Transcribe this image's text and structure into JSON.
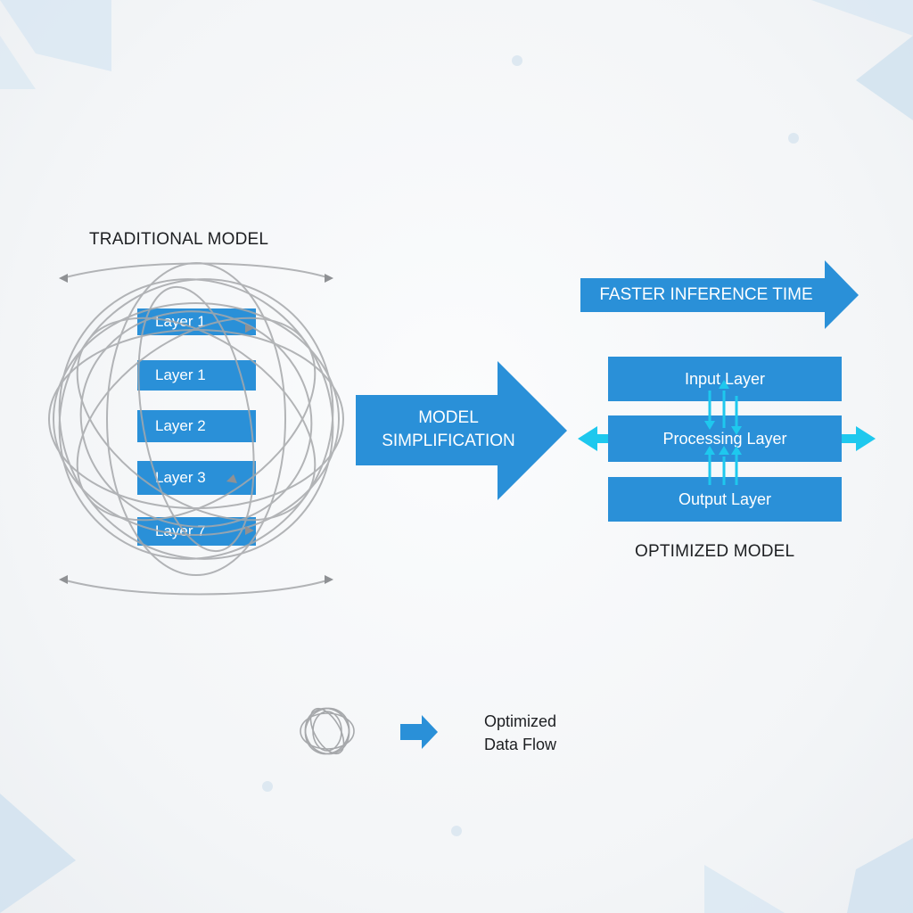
{
  "traditional": {
    "title": "TRADITIONAL MODEL",
    "layers": [
      "Layer 1",
      "Layer 1",
      "Layer 2",
      "Layer 3",
      "Layer 7"
    ]
  },
  "transition": {
    "label_line1": "MODEL",
    "label_line2": "SIMPLIFICATION"
  },
  "optimized": {
    "banner": "FASTER INFERENCE TIME",
    "layers": {
      "input": "Input Layer",
      "processing": "Processing Layer",
      "output": "Output Layer"
    },
    "title": "OPTIMIZED MODEL"
  },
  "legend": {
    "line1": "Optimized",
    "line2": "Data Flow"
  },
  "colors": {
    "layer_blue": "#2a90d8",
    "arrow_blue": "#2a90d8",
    "cyan_flow": "#1ec8ee",
    "tangle_gray": "#a6a8ab",
    "text_dark": "#1d1f22"
  }
}
